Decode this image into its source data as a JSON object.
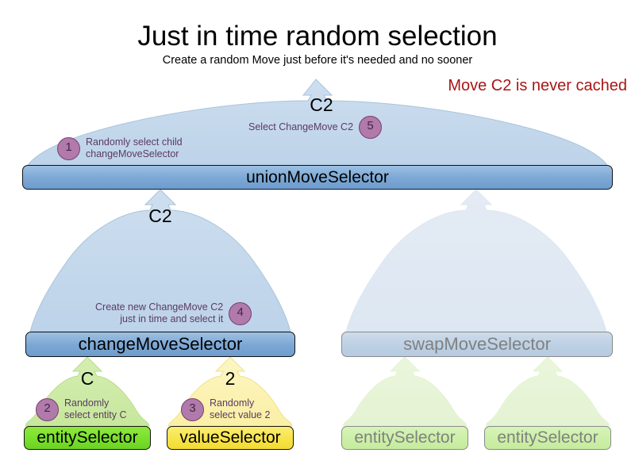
{
  "header": {
    "title": "Just in time random selection",
    "subtitle": "Create a random Move just before it's needed and no sooner",
    "note": "Move C2 is never cached",
    "note_color": "#a81616"
  },
  "diagram": {
    "type": "move-selector-tree",
    "colors": {
      "move_selector_blue": "#7ba7d4",
      "arrow_blue": "#c3d7ec",
      "entity_green": "#77df2a",
      "arrow_green": "#cceaa6",
      "value_yellow": "#f7e246",
      "arrow_yellow": "#faf0a8",
      "badge_fill": "#b07aaa",
      "badge_border": "#7b3f72",
      "annotation_text": "#5c3a63",
      "faded_text": "#808080"
    },
    "nodes": {
      "union": {
        "label": "unionMoveSelector",
        "state": "active"
      },
      "change": {
        "label": "changeMoveSelector",
        "state": "active"
      },
      "swap": {
        "label": "swapMoveSelector",
        "state": "faded"
      },
      "entity_left": {
        "label": "entitySelector",
        "state": "active"
      },
      "value_left": {
        "label": "valueSelector",
        "state": "active"
      },
      "entity_right_1": {
        "label": "entitySelector",
        "state": "faded"
      },
      "entity_right_2": {
        "label": "entitySelector",
        "state": "faded"
      }
    },
    "arrow_labels": {
      "top": "C2",
      "union_to_change": "C2",
      "entity_left": "C",
      "value_left": "2"
    },
    "annotations": [
      {
        "step": "1",
        "line1": "Randomly select child",
        "line2": "changeMoveSelector",
        "align": "left"
      },
      {
        "step": "5",
        "line1": "Select ChangeMove C2",
        "line2": "",
        "align": "right"
      },
      {
        "step": "4",
        "line1": "Create new ChangeMove C2",
        "line2": "just in time and select it",
        "align": "right"
      },
      {
        "step": "2",
        "line1": "Randomly",
        "line2": "select entity C",
        "align": "left"
      },
      {
        "step": "3",
        "line1": "Randomly",
        "line2": "select value 2",
        "align": "left"
      }
    ]
  }
}
